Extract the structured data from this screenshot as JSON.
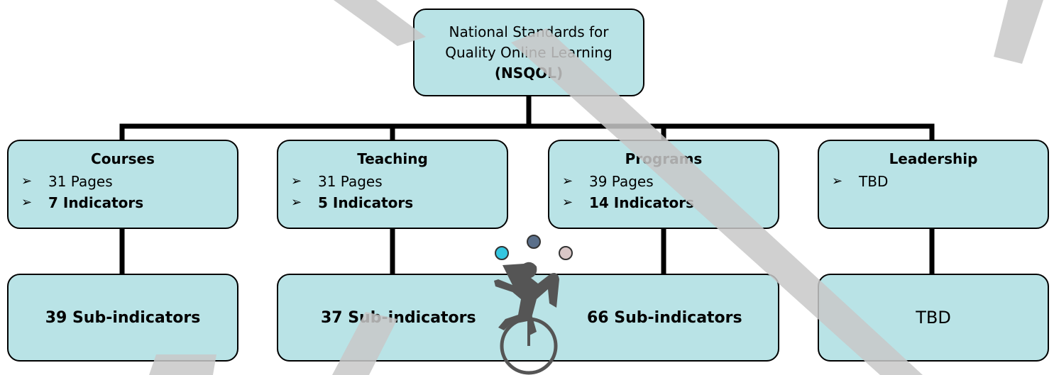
{
  "root": {
    "line1": "National Standards for",
    "line2": "Quality Online Learning",
    "acronym": "(NSQOL)"
  },
  "categories": [
    {
      "title": "Courses",
      "items": [
        "31 Pages",
        "7 Indicators"
      ]
    },
    {
      "title": "Teaching",
      "items": [
        "31 Pages",
        "5 Indicators"
      ]
    },
    {
      "title": "Programs",
      "items": [
        "39 Pages",
        "14 Indicators"
      ]
    },
    {
      "title": "Leadership",
      "items": [
        "TBD"
      ]
    }
  ],
  "bullet": "➢",
  "sub": [
    "39 Sub-indicators",
    "37 Sub-indicators",
    "66 Sub-indicators",
    "TBD"
  ],
  "colors": {
    "box_fill": "#b9e3e6",
    "watermark": "#c8c8c8",
    "figure": "#555555"
  }
}
